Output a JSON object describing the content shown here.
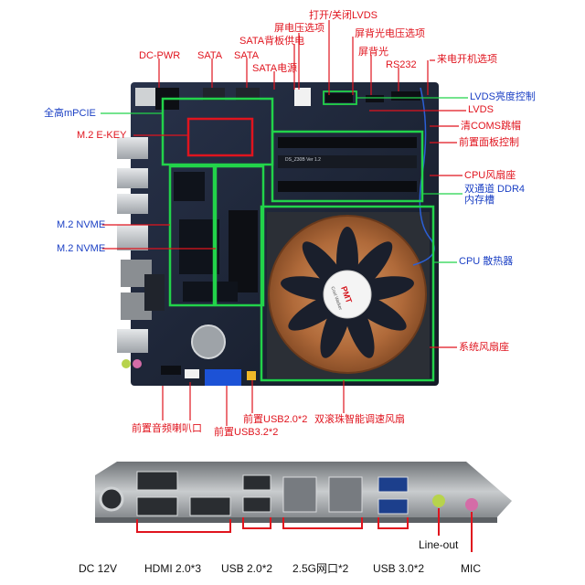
{
  "labels": {
    "top": {
      "power_on_off_lvds": "打开/关闭LVDS",
      "screen_voltage": "屏电压选项",
      "backlight_voltage": "屏背光电压选项",
      "sata_backplane": "SATA背板供电",
      "dc_pwr": "DC-PWR",
      "sata_1": "SATA",
      "sata_2": "SATA",
      "sata_power": "SATA电源",
      "backlight": "屏背光",
      "rs232": "RS232",
      "auto_power_on": "来电开机选项"
    },
    "left": {
      "full_mpcie": "全高mPCIE",
      "m2_ekey": "M.2 E-KEY",
      "m2_nvme_1": "M.2 NVME",
      "m2_nvme_2": "M.2 NVME"
    },
    "right": {
      "lvds_brightness": "LVDS亮度控制",
      "lvds": "LVDS",
      "clear_cmos": "清COMS跳帽",
      "front_panel": "前置面板控制",
      "cpu_fan": "CPU风扇座",
      "ddr4_line1": "双通道 DDR4",
      "ddr4_line2": "内存槽",
      "cpu_heatsink": "CPU 散热器",
      "system_fan": "系统风扇座"
    },
    "board_bottom": {
      "front_usb20": "前置USB2.0*2",
      "front_audio_speaker": "前置音频喇叭口",
      "front_usb32": "前置USB3.2*2",
      "smart_fan": "双滚珠智能调速风扇"
    },
    "io_panel": {
      "dc12v": "DC 12V",
      "hdmi": "HDMI 2.0*3",
      "usb20": "USB 2.0*2",
      "lan": "2.5G网口*2",
      "usb30": "USB 3.0*2",
      "line_out": "Line-out",
      "mic": "MIC"
    },
    "fan": {
      "brand": "PMT",
      "model": "Cool Walker"
    },
    "board_silkscreen": "DS_Z30B Ver 1.2"
  },
  "colors": {
    "label_red": "#e0141e",
    "label_blue": "#1a3fc4",
    "highlight_green": "#22d34a",
    "highlight_red": "#e0141e",
    "pcb": "#1c2433",
    "heatsink": "#b06a3a",
    "fan_blade": "#1a1f2c"
  }
}
